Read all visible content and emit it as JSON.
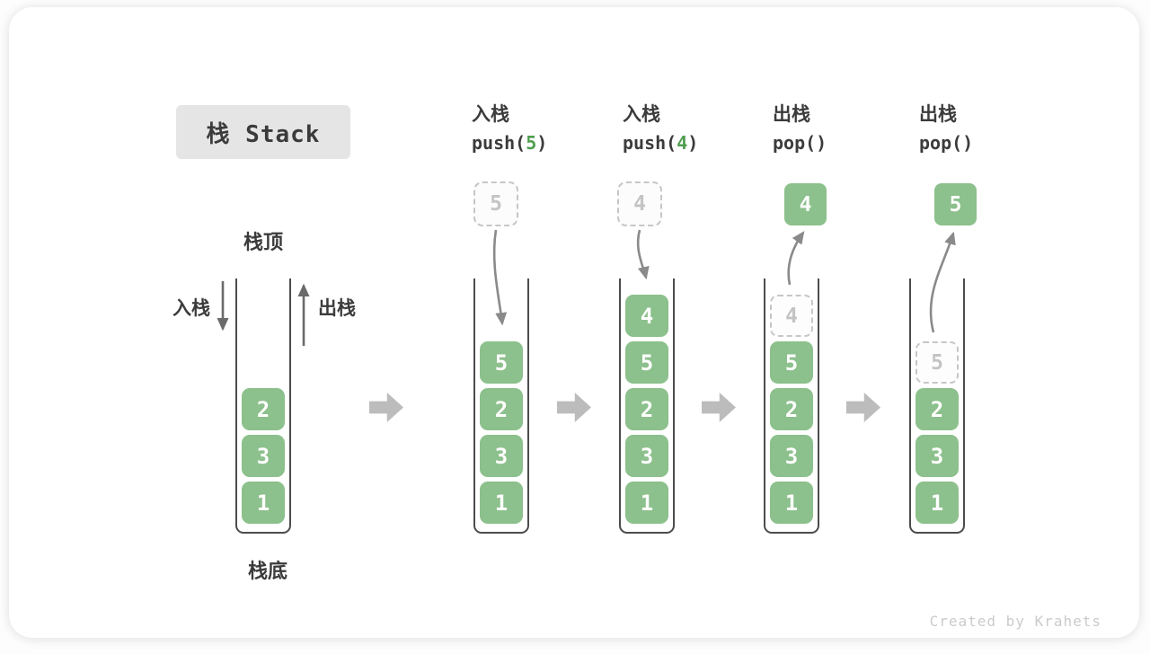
{
  "title": "栈 Stack",
  "labels": {
    "stack_top": "栈顶",
    "stack_bottom": "栈底",
    "push_side": "入栈",
    "pop_side": "出栈"
  },
  "stages": [
    {
      "cells": [
        "2",
        "3",
        "1"
      ]
    },
    {
      "op_zh": "入栈",
      "code_pre": "push(",
      "code_arg": "5",
      "code_post": ")",
      "floating_value": "5",
      "cells": [
        "5",
        "2",
        "3",
        "1"
      ]
    },
    {
      "op_zh": "入栈",
      "code_pre": "push(",
      "code_arg": "4",
      "code_post": ")",
      "floating_value": "4",
      "cells": [
        "4",
        "5",
        "2",
        "3",
        "1"
      ]
    },
    {
      "op_zh": "出栈",
      "code_pre": "pop()",
      "code_arg": "",
      "code_post": "",
      "floating_value": "4",
      "ghost_value": "4",
      "cells": [
        "5",
        "2",
        "3",
        "1"
      ]
    },
    {
      "op_zh": "出栈",
      "code_pre": "pop()",
      "code_arg": "",
      "code_post": "",
      "floating_value": "5",
      "ghost_value": "5",
      "cells": [
        "2",
        "3",
        "1"
      ]
    }
  ],
  "watermark": "Created by Krahets",
  "colors": {
    "cell_green": "#8cc08c",
    "code_arg_green": "#4f9e4f",
    "text_dark": "#3b3b3b",
    "dashed_gray": "#c6c6c6",
    "curved_arrow_gray": "#8a8a8a",
    "straight_arrow_gray": "#6b6b6b",
    "block_arrow_gray": "#bcbcbc",
    "title_bg": "#e5e5e5",
    "stack_wall": "#4c4c4c",
    "watermark_gray": "#cbcbcb"
  }
}
